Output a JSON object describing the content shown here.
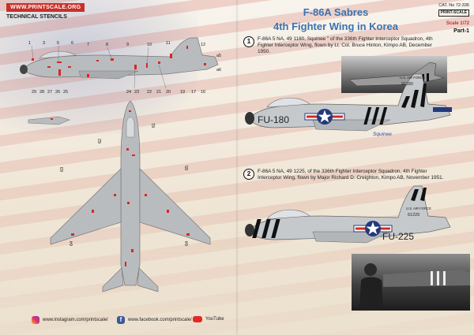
{
  "header": {
    "brand_url": "WWW.PRINTSCALE.ORG",
    "section_label": "TECHNICAL STENCILS",
    "title_line1": "F-86A Sabres",
    "title_line2": "4th Fighter Wing in Korea",
    "catalog": "CAT. No 72-336",
    "brand_logo": "PRINT-SCALE",
    "scale": "Scale 1/72",
    "part": "Part-1"
  },
  "stencil_numbers": {
    "side_top": [
      "1",
      "3",
      "5",
      "6",
      "7",
      "8",
      "9",
      "10",
      "11",
      "12"
    ],
    "side_bottom": [
      "29",
      "28",
      "27",
      "26",
      "25",
      "24",
      "23",
      "22",
      "21",
      "20",
      "19",
      "17",
      "16"
    ],
    "top_view": [
      "63",
      "62",
      "61",
      "64",
      "65",
      "64"
    ],
    "side_right": [
      "a5",
      "a6"
    ]
  },
  "profiles": [
    {
      "number": "1",
      "description": "F-86A 5 NA, 49 1180, Squinee \" of the 336th Fighter Interceptor Squadron, 4th Fighter Interceptor Wing, flown by Lt. Col. Bruce Hinton, Kimpo AB, December 1950.",
      "buzz_number": "FU-180",
      "tail_text": "U.S. AIR FORCE",
      "serial": "91180",
      "nose_name": "Squinee"
    },
    {
      "number": "2",
      "description": "F-86A 5 NA, 49 1225, of the 336th Fighter Interceptor Squadron, 4th Fighter Interceptor Wing, flown by Major Richard D. Creighton, Kimpo AB, November 1951.",
      "buzz_number": "FU-225",
      "tail_text": "U.S. AIR FORCE",
      "serial": "61225"
    }
  ],
  "footer": {
    "instagram": "www.instagram.com/printscale/",
    "facebook": "www.facebook.com/printscale/",
    "youtube": "YouTube"
  },
  "colors": {
    "accent_blue": "#3a73b0",
    "brand_red": "#c8302a",
    "aircraft_silver": "#b9bcbf",
    "insignia_blue": "#233a7a",
    "stencil_red": "#d42a22"
  }
}
